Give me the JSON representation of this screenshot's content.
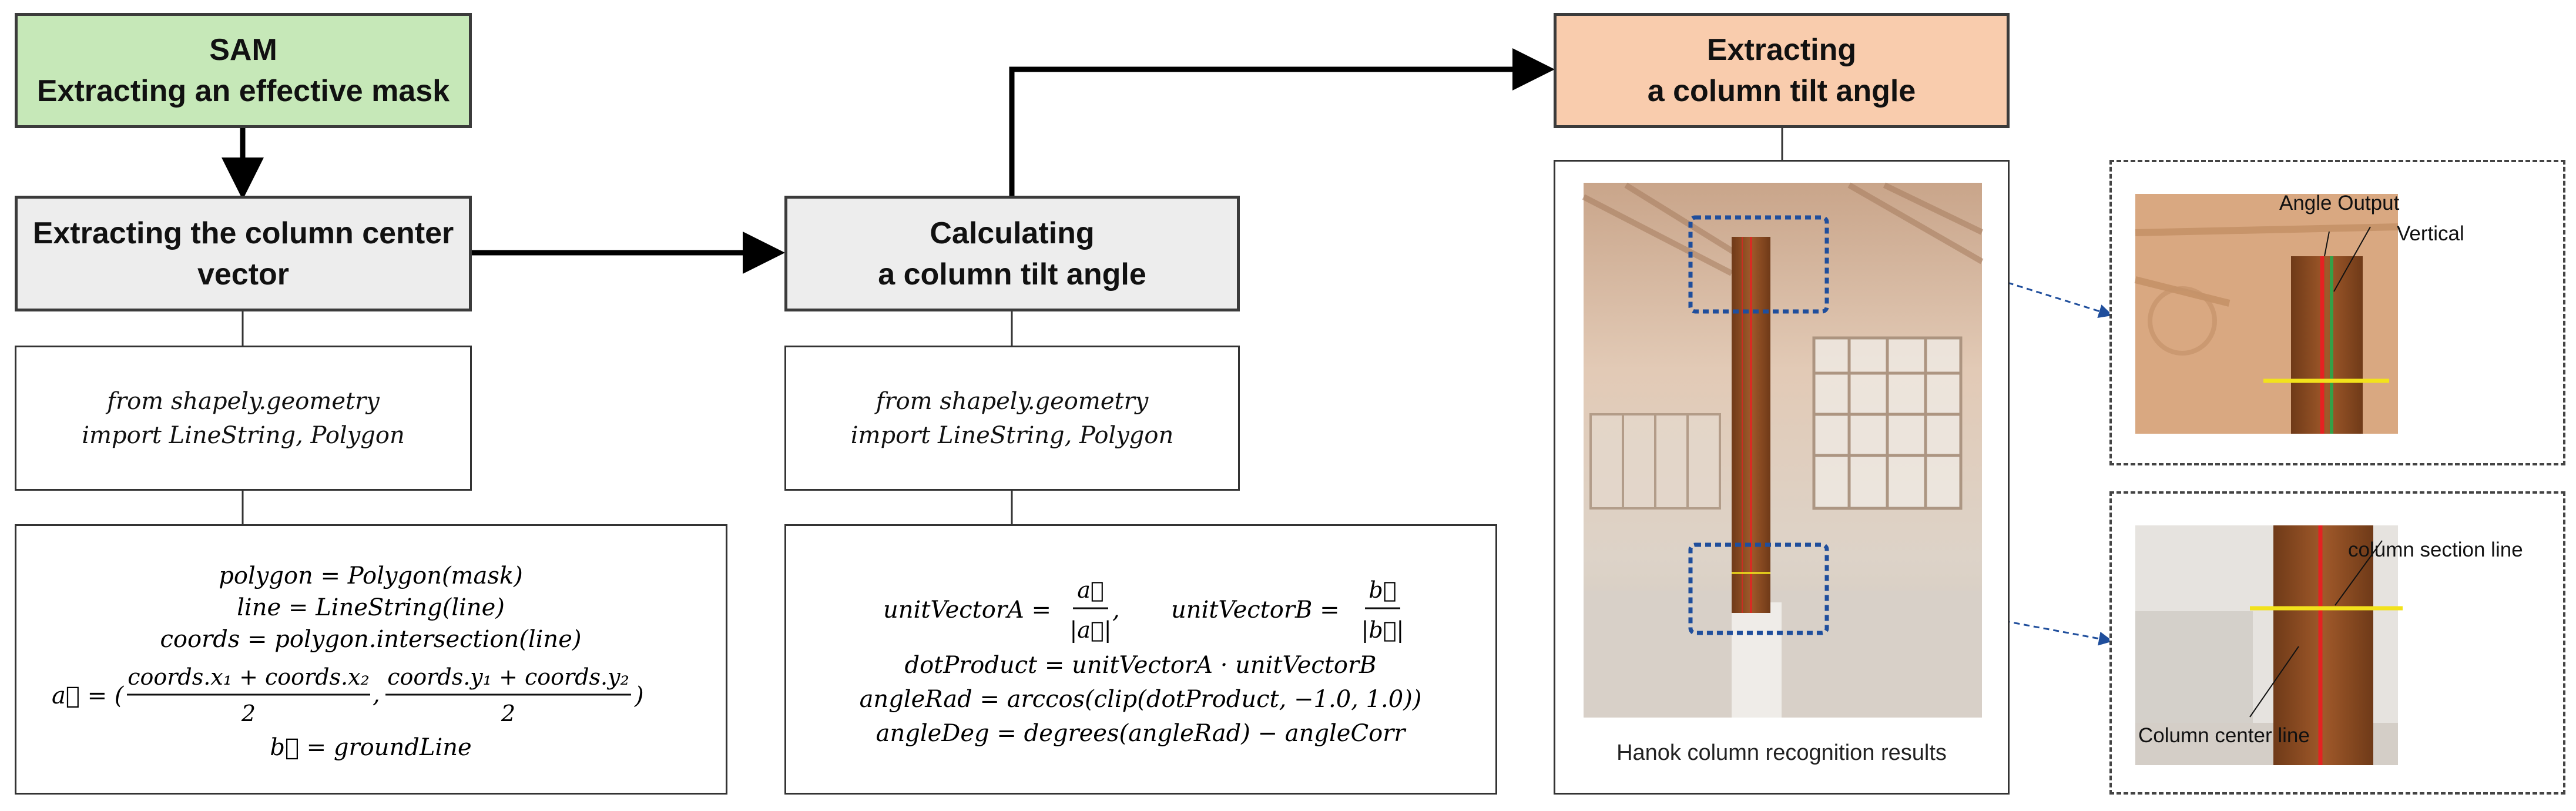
{
  "steps": {
    "sam": "SAM\nExtracting an effective mask",
    "extract_vector": "Extracting the column center\nvector",
    "calc_angle": "Calculating\na column tilt angle",
    "extract_angle": "Extracting\na column tilt angle"
  },
  "imports": {
    "left": "from shapely.geometry\nimport LineString, Polygon",
    "middle": "from shapely.geometry\nimport LineString, Polygon"
  },
  "formulas_left": {
    "line1": "polygon = Polygon(mask)",
    "line2": "line = LineString(line)",
    "line3": "coords = polygon.intersection(line)",
    "a_lhs": "a⃗ = (",
    "num1": "coords.x₁ + coords.x₂",
    "num2": "coords.y₁ + coords.y₂",
    "den": "2",
    "comma": ",",
    "close": ")",
    "b_line": "b⃗ = groundLine"
  },
  "formulas_middle": {
    "unitA": "unitVectorA =",
    "unitA_num": "a⃗",
    "unitA_den": "|a⃗|",
    "unitA_sep": ",",
    "unitB": "unitVectorB =",
    "unitB_num": "b⃗",
    "unitB_den": "|b⃗|",
    "dot": "dotProduct = unitVectorA · unitVectorB",
    "rad": "angleRad = arccos(clip(dotProduct, −1.0, 1.0))",
    "deg": "angleDeg = degrees(angleRad) − angleCorr"
  },
  "result": {
    "caption": "Hanok column recognition results",
    "zoom_top": {
      "angle_output": "Angle Output",
      "vertical": "Vertical"
    },
    "zoom_bottom": {
      "section_line": "column section line",
      "center_line": "Column center line"
    }
  },
  "colors": {
    "green": "#c6e8b8",
    "gray": "#ededed",
    "orange": "#f9ccad",
    "wood": "#8a4a20",
    "red_line": "#e52222",
    "green_line": "#33a047",
    "yellow_line": "#f2e21b",
    "blue_dotted": "#1f4e9c"
  }
}
